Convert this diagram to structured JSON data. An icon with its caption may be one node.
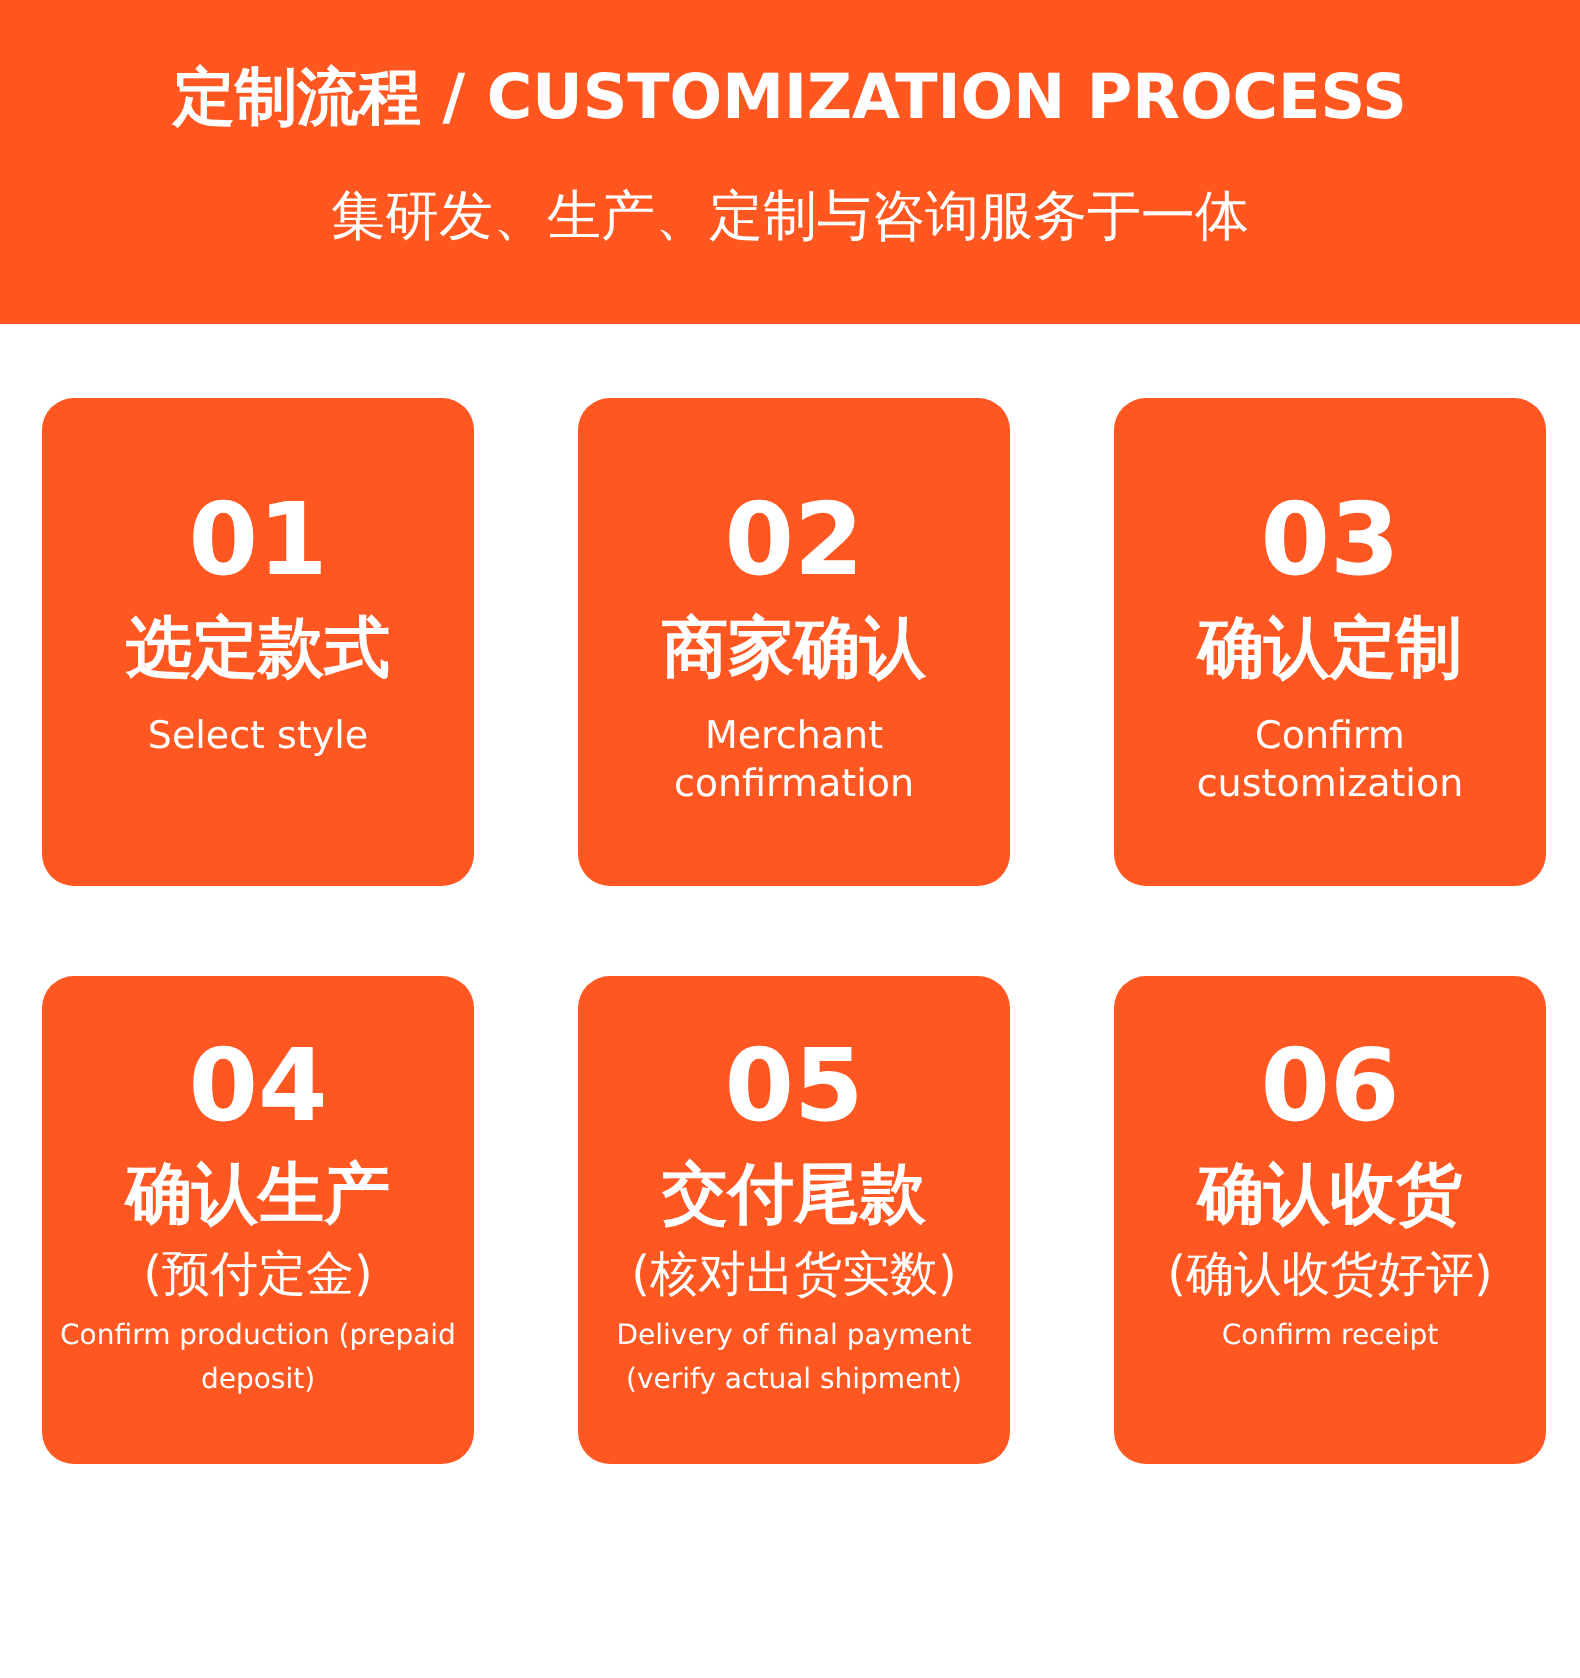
{
  "diagram": {
    "title": "定制流程 / CUSTOMIZATION PROCESS",
    "nodes": [
      {
        "text": [
          "01",
          "选定款式",
          "Select style"
        ]
      },
      {
        "text": [
          "02",
          "商家确认",
          "Merchant confirmation"
        ]
      },
      {
        "text": [
          "03",
          "确认定制",
          "Confirm customization"
        ]
      },
      {
        "text": [
          "04",
          "确认生产",
          "(预付定金)",
          "Confirm production (prepaid deposit)"
        ]
      },
      {
        "text": [
          "05",
          "交付尾款",
          "(核对出货实数)",
          "Delivery of final payment (verify actual shipment)"
        ]
      },
      {
        "text": [
          "06",
          "确认收货",
          "(确认收货好评)",
          "Confirm receipt"
        ]
      }
    ],
    "edges": [],
    "labels": [
      "集研发、生产、定制与咨询服务于一体"
    ]
  }
}
